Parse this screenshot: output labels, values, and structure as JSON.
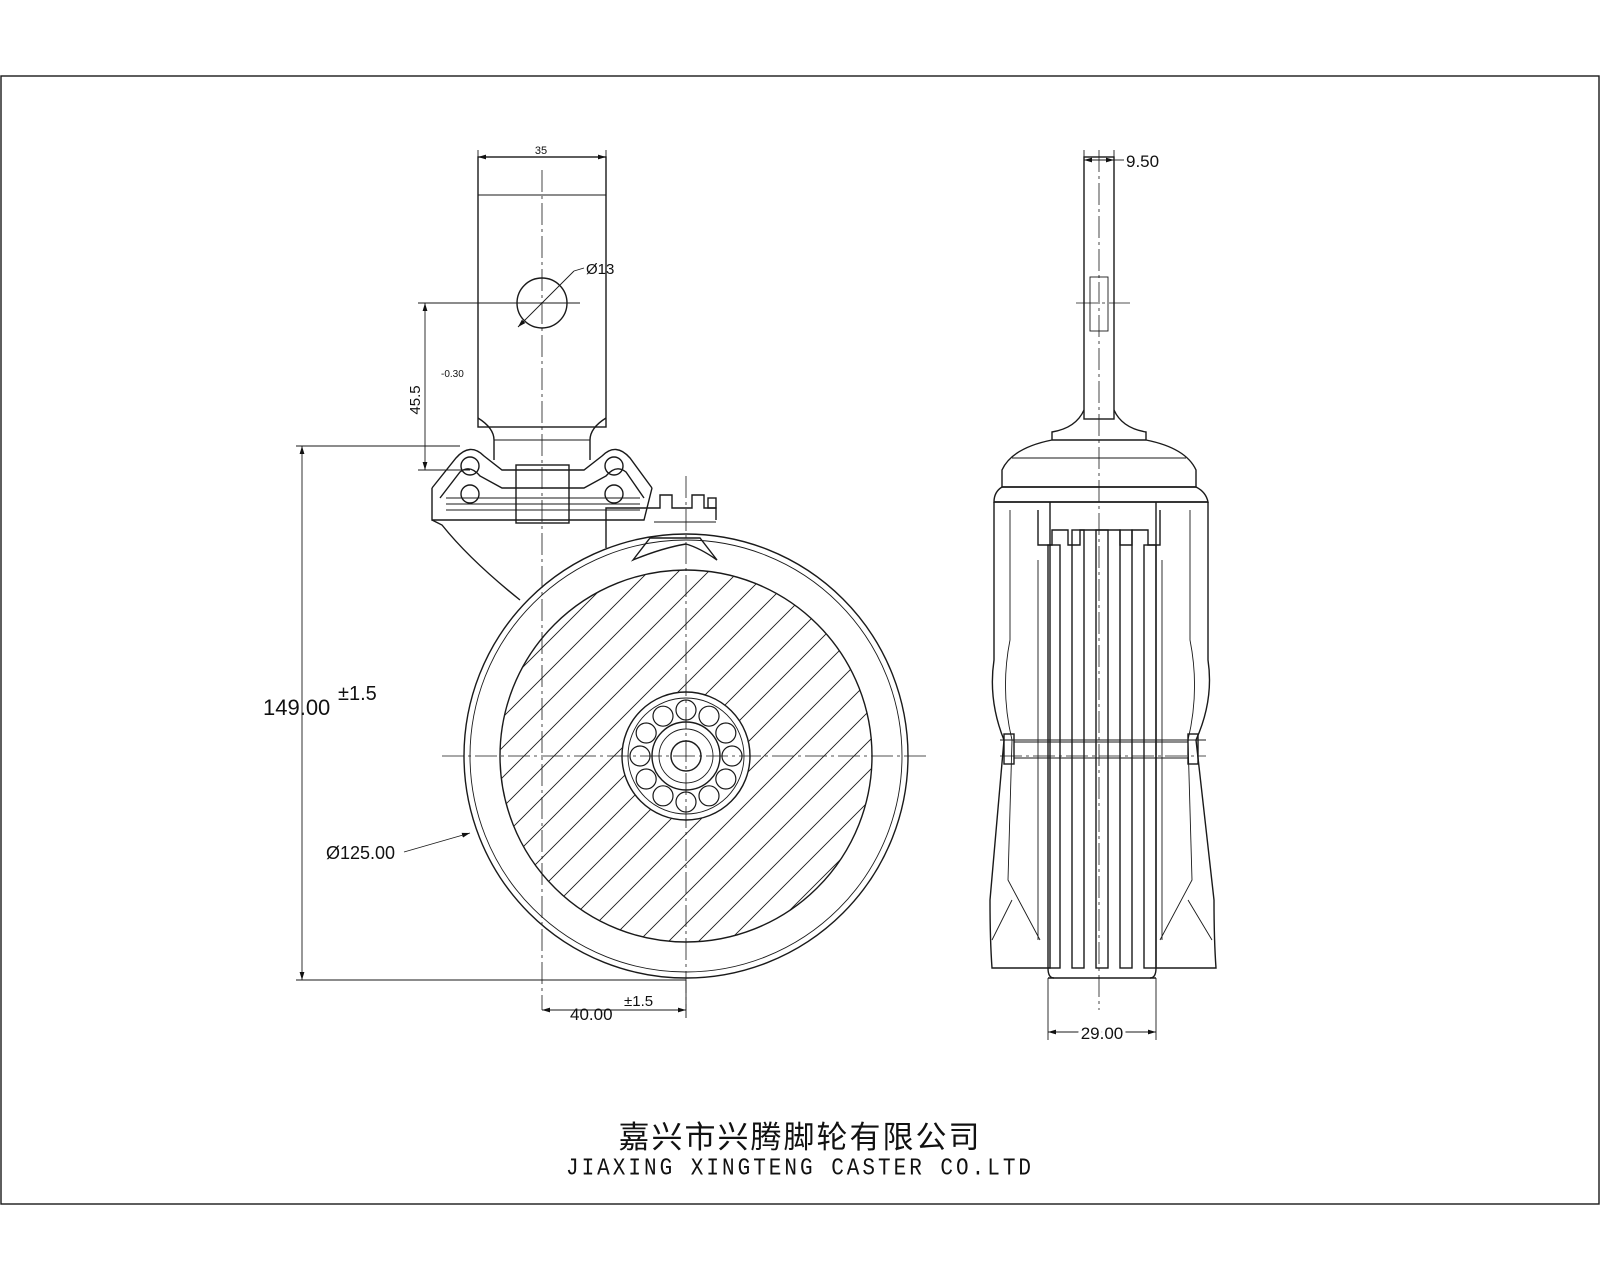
{
  "company": {
    "name_cn": "嘉兴市兴腾脚轮有限公司",
    "name_en": "JIAXING XINGTENG CASTER CO.LTD"
  },
  "dimensions": {
    "stem_width": "35",
    "hole_diameter": "Ø13",
    "hole_height": "45.5",
    "hole_height_tol": "-0.30",
    "overall_height": "149.00",
    "overall_height_tol": "±1.5",
    "wheel_diameter": "Ø125.00",
    "offset": "40.00",
    "offset_tol": "±1.5",
    "stem_thickness": "9.50",
    "wheel_width": "29.00"
  }
}
